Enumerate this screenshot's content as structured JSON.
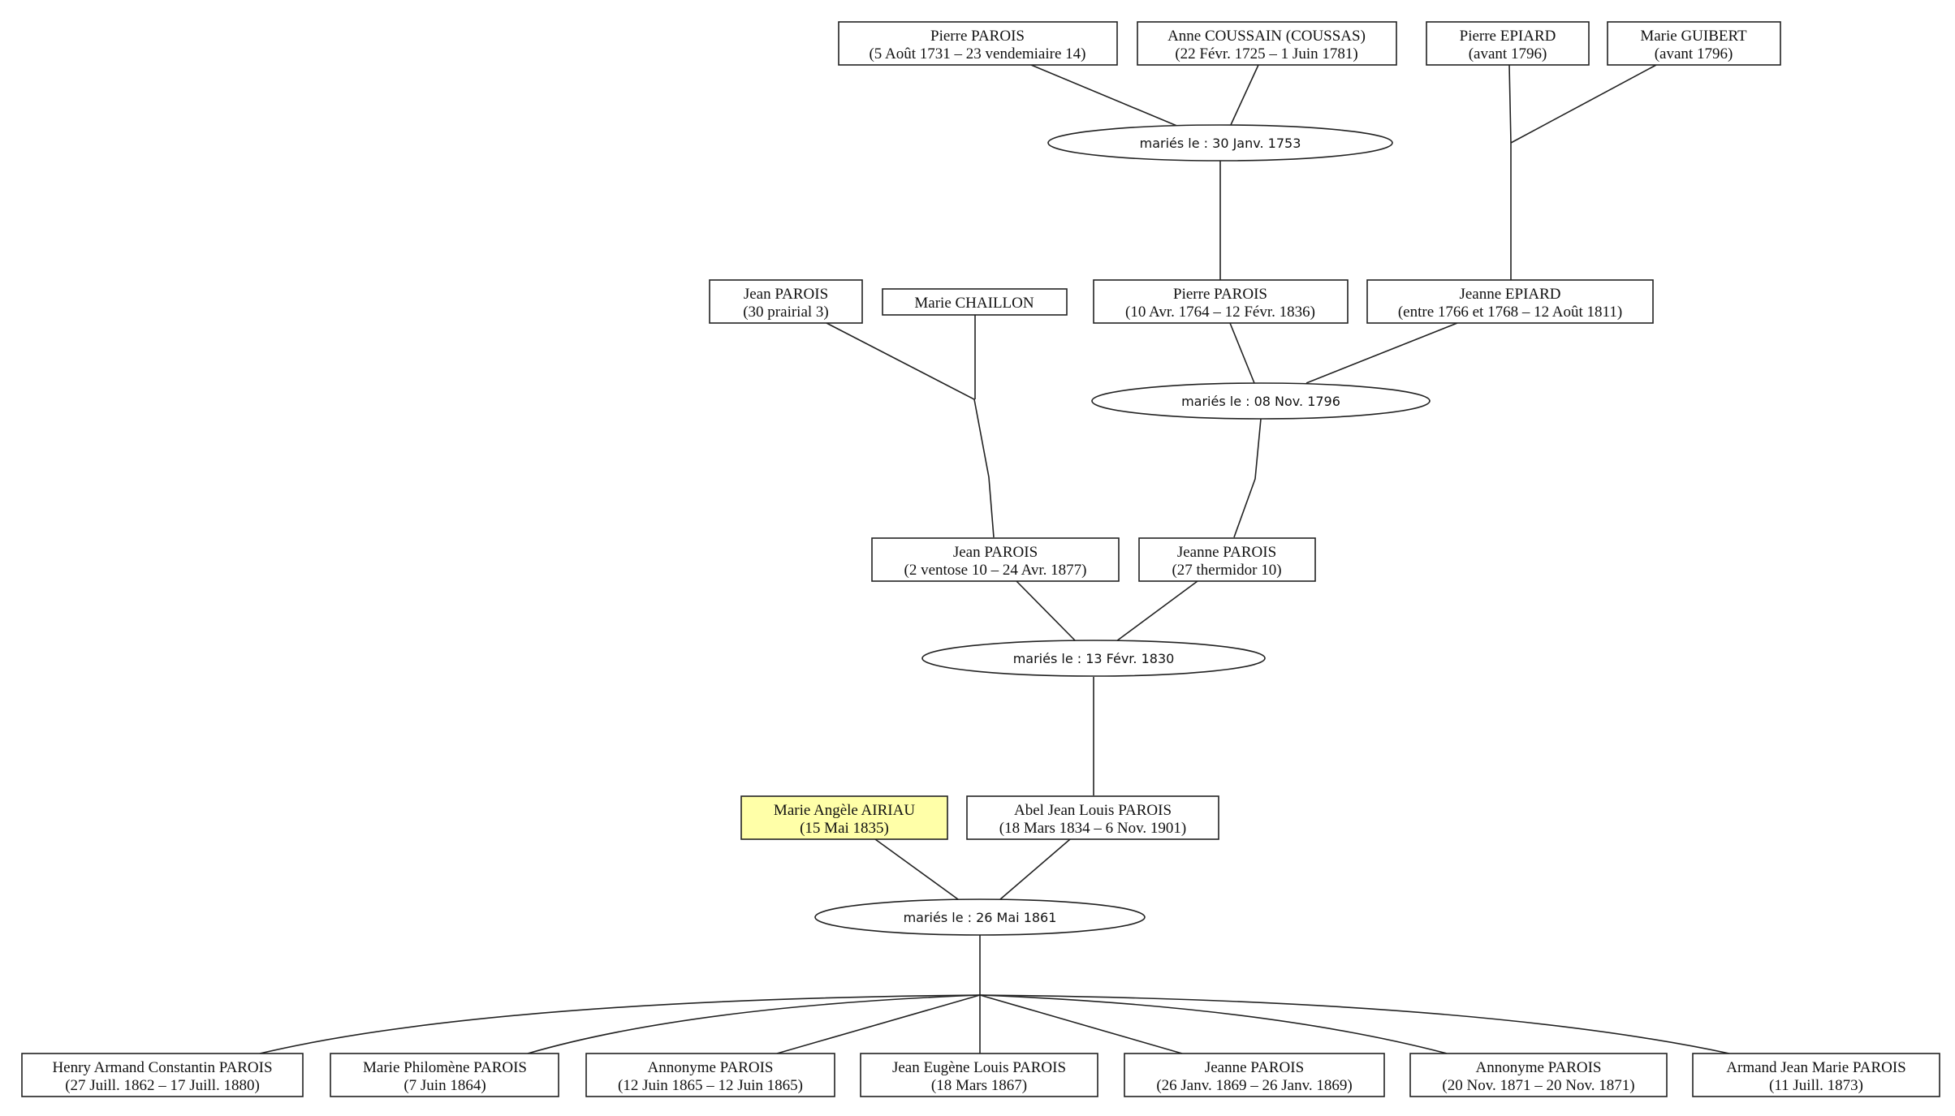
{
  "persons": {
    "p_pierre1": {
      "name": "Pierre PAROIS",
      "dates": "(5 Août 1731 – 23 vendemiaire 14)",
      "highlight": false
    },
    "p_anne": {
      "name": "Anne COUSSAIN (COUSSAS)",
      "dates": "(22 Févr. 1725 – 1 Juin 1781)",
      "highlight": false
    },
    "p_pierre_ep": {
      "name": "Pierre EPIARD",
      "dates": "(avant 1796)",
      "highlight": false
    },
    "p_marie_gui": {
      "name": "Marie GUIBERT",
      "dates": "(avant 1796)",
      "highlight": false
    },
    "p_jean1": {
      "name": "Jean PAROIS",
      "dates": "(30 prairial 3)",
      "highlight": false
    },
    "p_marie_ch": {
      "name": "Marie CHAILLON",
      "dates": "",
      "highlight": false
    },
    "p_pierre2": {
      "name": "Pierre PAROIS",
      "dates": "(10 Avr. 1764 – 12 Févr. 1836)",
      "highlight": false
    },
    "p_jeanne_ep": {
      "name": "Jeanne EPIARD",
      "dates": "(entre 1766 et 1768 – 12 Août 1811)",
      "highlight": false
    },
    "p_jean2": {
      "name": "Jean PAROIS",
      "dates": "(2 ventose 10 – 24 Avr. 1877)",
      "highlight": false
    },
    "p_jeanne_p": {
      "name": "Jeanne PAROIS",
      "dates": "(27 thermidor 10)",
      "highlight": false
    },
    "p_marie_ang": {
      "name": "Marie Angèle AIRIAU",
      "dates": "(15 Mai 1835)",
      "highlight": true
    },
    "p_abel": {
      "name": "Abel Jean Louis PAROIS",
      "dates": "(18 Mars 1834 – 6 Nov. 1901)",
      "highlight": false
    },
    "c1": {
      "name": "Henry Armand Constantin PAROIS",
      "dates": "(27 Juill. 1862 – 17 Juill. 1880)",
      "highlight": false
    },
    "c2": {
      "name": "Marie Philomène PAROIS",
      "dates": "(7 Juin 1864)",
      "highlight": false
    },
    "c3": {
      "name": "Annonyme PAROIS",
      "dates": "(12 Juin 1865 – 12 Juin 1865)",
      "highlight": false
    },
    "c4": {
      "name": "Jean Eugène Louis PAROIS",
      "dates": "(18 Mars 1867)",
      "highlight": false
    },
    "c5": {
      "name": "Jeanne PAROIS",
      "dates": "(26 Janv. 1869 – 26 Janv. 1869)",
      "highlight": false
    },
    "c6": {
      "name": "Annonyme PAROIS",
      "dates": "(20 Nov. 1871 – 20 Nov. 1871)",
      "highlight": false
    },
    "c7": {
      "name": "Armand Jean Marie PAROIS",
      "dates": "(11 Juill. 1873)",
      "highlight": false
    }
  },
  "marriages": {
    "m1": {
      "label": "mariés le : 30 Janv. 1753"
    },
    "m2": {
      "label": "mariés le : 08 Nov. 1796"
    },
    "m3": {
      "label": "mariés le : 13 Févr. 1830"
    },
    "m4": {
      "label": "mariés le : 26 Mai 1861"
    }
  }
}
